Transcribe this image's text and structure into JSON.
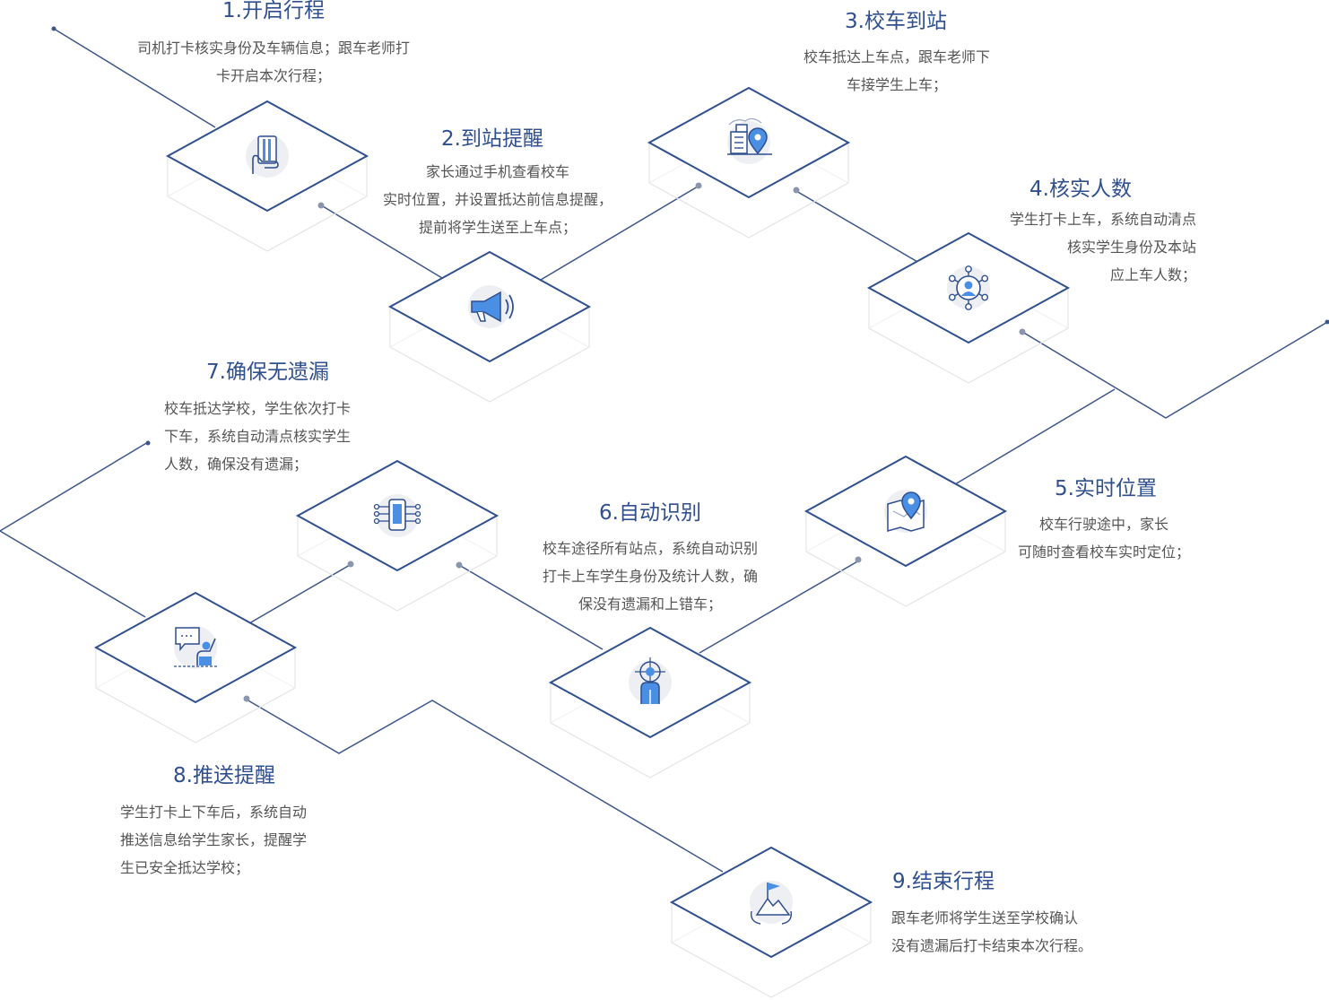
{
  "colors": {
    "primary": "#2f4f8e",
    "connector": "#3d5689",
    "accent_blue": "#4a8fe3",
    "icon_bg": "#e6e8ee",
    "platform_edge": "#e4e4e4",
    "text_body": "#555555"
  },
  "steps": [
    {
      "title": "1.开启行程",
      "desc": [
        "司机打卡核实身份及车辆信息；跟车老师打",
        "卡开启本次行程；"
      ],
      "icon": "id-card-hand-icon"
    },
    {
      "title": "2.到站提醒",
      "desc": [
        "家长通过手机查看校车",
        "实时位置，并设置抵达前信息提醒，",
        "提前将学生送至上车点；"
      ],
      "icon": "megaphone-icon"
    },
    {
      "title": "3.校车到站",
      "desc": [
        "校车抵达上车点，跟车老师下",
        "车接学生上车；"
      ],
      "icon": "building-location-icon"
    },
    {
      "title": "4.核实人数",
      "desc": [
        "学生打卡上车，系统自动清点",
        "核实学生身份及本站",
        "应上车人数；"
      ],
      "icon": "people-network-icon"
    },
    {
      "title": "5.实时位置",
      "desc": [
        "校车行驶途中，家长",
        "可随时查看校车实时定位；"
      ],
      "icon": "map-location-icon"
    },
    {
      "title": "6.自动识别",
      "desc": [
        "校车途径所有站点，系统自动识别",
        "打卡上车学生身份及统计人数，确",
        "保没有遗漏和上错车；"
      ],
      "icon": "person-target-icon"
    },
    {
      "title": "7.确保无遗漏",
      "desc": [
        "校车抵达学校，学生依次打卡",
        "下车，系统自动清点核实学生",
        "人数，确保没有遗漏；"
      ],
      "icon": "phone-circuit-icon"
    },
    {
      "title": "8.推送提醒",
      "desc": [
        "学生打卡上下车后，系统自动",
        "推送信息给学生家长，提醒学",
        "生已安全抵达学校；"
      ],
      "icon": "chat-person-icon"
    },
    {
      "title": "9.结束行程",
      "desc": [
        "跟车老师将学生送至学校确认",
        "没有遗漏后打卡结束本次行程。"
      ],
      "icon": "mountain-flag-icon"
    }
  ]
}
